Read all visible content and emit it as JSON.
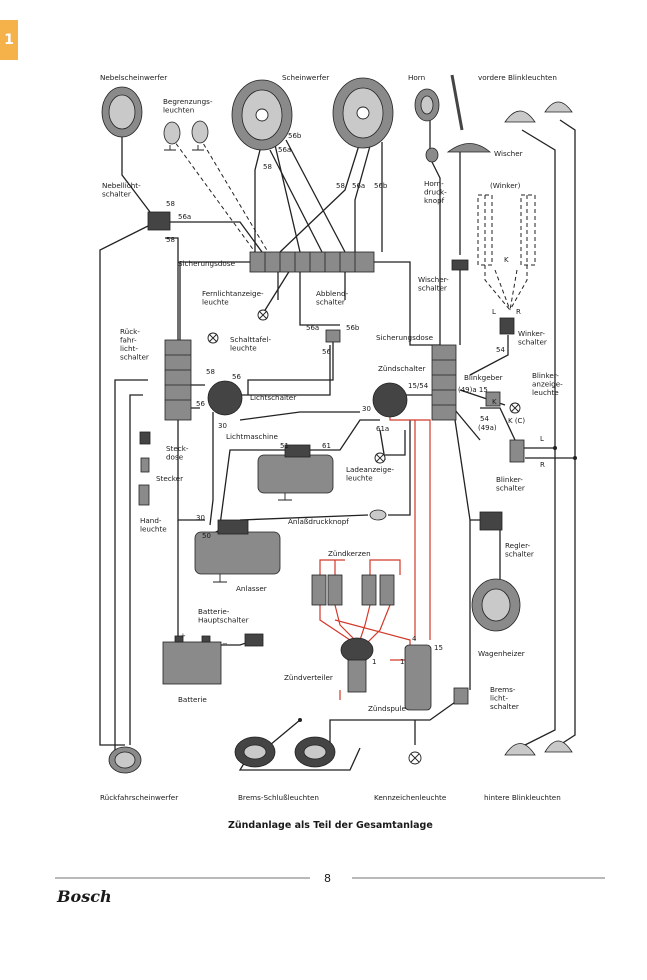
{
  "page_number_tag": "1",
  "page_number": "8",
  "brand": "Bosch",
  "caption": "Zündanlage als Teil der Gesamtanlage",
  "component_labels": {
    "nebelscheinwerfer": "Nebelscheinwerfer",
    "begrenzungsleuchten": "Begrenzungs-\nleuchten",
    "scheinwerfer": "Scheinwerfer",
    "horn": "Horn",
    "vordere_blinkleuchten": "vordere Blinkleuchten",
    "wischer": "Wischer",
    "nebellichtschalter": "Nebellicht-\nschalter",
    "horndruckknopf": "Horn-\ndruck-\nknopf",
    "winker": "(Winker)",
    "sicherungsdose_top": "Sicherungsdose",
    "wischerschalter": "Wischer-\nschalter",
    "fernlichtanzeigeleuchte": "Fernlichtanzeige-\nleuchte",
    "abblendschalter": "Abblend-\nschalter",
    "winkerschalter": "Winker-\nschalter",
    "rueckfahrlichtschalter": "Rück-\nfahr-\nlicht-\nschalter",
    "schalttafelleuchte": "Schalttafel-\nleuchte",
    "sicherungsdose_right": "Sicherungsdose",
    "zuendschalter": "Zündschalter",
    "blinkgeber": "Blinkgeber",
    "blinkeranzeigeleuchte": "Blinker-\nanzeige-\nleuchte",
    "lichtschalter": "Lichtschalter",
    "steckdose": "Steck-\ndose",
    "lichtmaschine": "Lichtmaschine",
    "ladeanzeigeleuchte": "Ladeanzeige-\nleuchte",
    "stecker": "Stecker",
    "blinkerschalter": "Blinker-\nschalter",
    "handleuchte": "Hand-\nleuchte",
    "anlassdruckknopf": "Anlaßdruckknopf",
    "reglerschalter": "Regler-\nschalter",
    "zuendkerzen": "Zündkerzen",
    "anlasser": "Anlasser",
    "batterie_hauptschalter": "Batterie-\nHauptschalter",
    "wagenheizer": "Wagenheizer",
    "batterie": "Batterie",
    "zuendverteiler": "Zündverteiler",
    "bremslichtschalter": "Brems-\nlicht-\nschalter",
    "zuendspule": "Zündspule",
    "rueckfahrscheinwerfer": "Rückfahrscheinwerfer",
    "brems_schlussleuchten": "Brems-Schlußleuchten",
    "kennzeichenleuchte": "Kennzeichenleuchte",
    "hintere_blinkleuchten": "hintere Blinkleuchten"
  },
  "terminal_labels": {
    "t56b_top": "56b",
    "t56a_top": "56a",
    "t58_top": "58",
    "t58_right": "58",
    "t56a_right": "56a",
    "t56b_right": "56b",
    "t58_nebel": "58",
    "t56a_nebel": "56a",
    "t58_nebel2": "58",
    "t56a_abbl": "56a",
    "t56b_abbl": "56b",
    "t56_abbl": "56",
    "t58_licht": "58",
    "t56_licht": "56",
    "t56_licht2": "56",
    "t30_licht": "30",
    "t15_54": "15/54",
    "t30_zuend": "30",
    "t61a": "61a",
    "t49a_15": "(49)a 15",
    "t54_bl": "54",
    "t49a_b": "(49a)",
    "t49_k": "K",
    "t51": "51",
    "t61": "61",
    "t30_anl": "30",
    "t50": "50",
    "t54_wink": "54",
    "tL": "L",
    "tR": "R",
    "tK": "K",
    "tL_right": "L",
    "tR_right": "R",
    "tKC": "K (C)",
    "t4": "4",
    "t15_spule": "15",
    "t1a": "1",
    "t1b": "1",
    "plus": "+",
    "minus": "−"
  },
  "colors": {
    "ignition_wiring": "#d23a2a",
    "page_tag": "#f5b14a",
    "wiring": "#222222"
  }
}
